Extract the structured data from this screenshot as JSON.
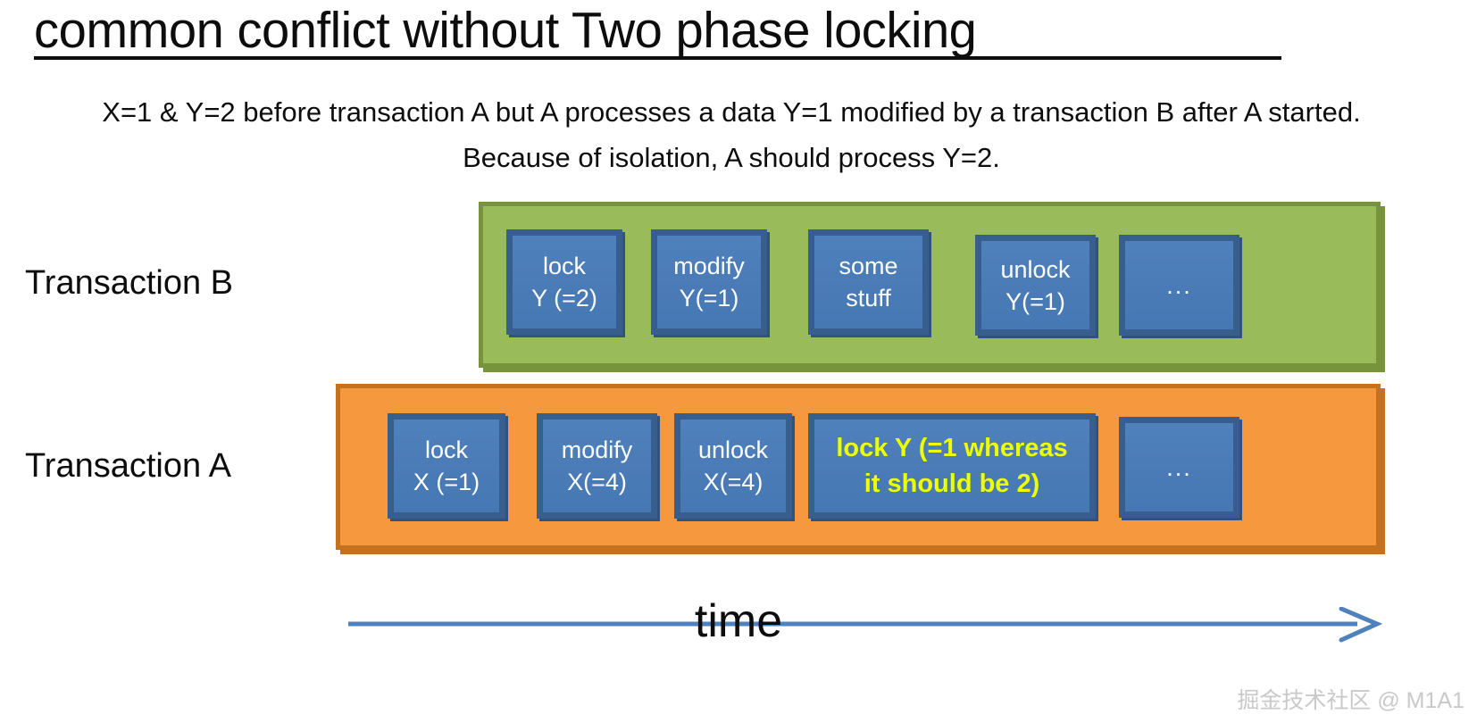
{
  "slide": {
    "title": "common conflict without Two phase locking",
    "description": "X=1 & Y=2 before transaction A but A processes a data Y=1 modified by a transaction B after A started. Because of isolation, A should process Y=2."
  },
  "colors": {
    "banner_b_fill": "#9ABB59",
    "banner_b_border": "#77933C",
    "banner_a_fill": "#F5983E",
    "banner_a_border": "#C5711E",
    "step_fill": "#4F81BD",
    "step_border": "#375E8C",
    "step_text": "#FFFFFF",
    "highlight_text": "#EEFF00",
    "arrow": "#4F81BD",
    "text": "#0D0D0D",
    "watermark": "#C9C9C9"
  },
  "rows": {
    "transaction_b": {
      "label": "Transaction B",
      "steps": [
        {
          "line1": "lock",
          "line2": "Y (=2)"
        },
        {
          "line1": "modify",
          "line2": "Y(=1)"
        },
        {
          "line1": "some",
          "line2": "stuff"
        },
        {
          "line1": "unlock",
          "line2": "Y(=1)"
        },
        {
          "line1": "...",
          "line2": ""
        }
      ]
    },
    "transaction_a": {
      "label": "Transaction A",
      "steps": [
        {
          "line1": "lock",
          "line2": "X (=1)"
        },
        {
          "line1": "modify",
          "line2": "X(=4)"
        },
        {
          "line1": "unlock",
          "line2": "X(=4)"
        },
        {
          "line1": "lock Y (=1 whereas",
          "line2": "it should be 2)"
        },
        {
          "line1": "...",
          "line2": ""
        }
      ]
    }
  },
  "axis": {
    "label": "time",
    "direction": "right"
  },
  "watermark": "掘金技术社区 @ M1A1"
}
